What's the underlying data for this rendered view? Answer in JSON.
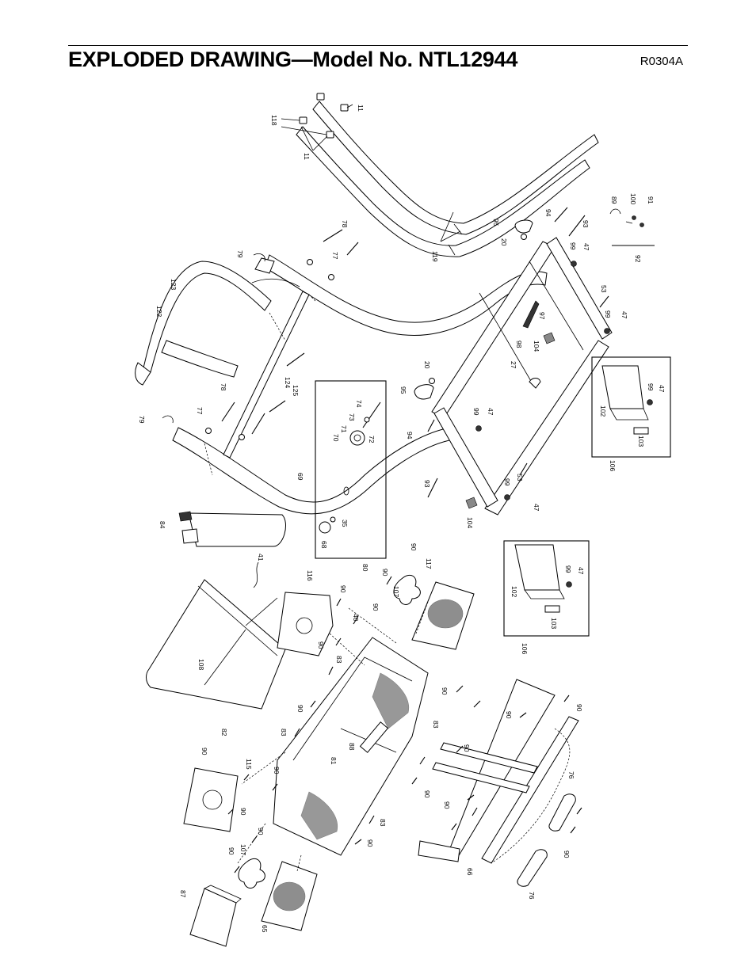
{
  "header": {
    "title": "EXPLODED DRAWING—Model No. NTL12944",
    "code": "R0304A"
  },
  "part_labels": [
    {
      "id": "p11a",
      "text": "11"
    },
    {
      "id": "p11b",
      "text": "11"
    },
    {
      "id": "p118",
      "text": "118"
    },
    {
      "id": "p119",
      "text": "119"
    },
    {
      "id": "p78a",
      "text": "78"
    },
    {
      "id": "p77a",
      "text": "77"
    },
    {
      "id": "p79a",
      "text": "79"
    },
    {
      "id": "p123",
      "text": "123"
    },
    {
      "id": "p122",
      "text": "122"
    },
    {
      "id": "p124",
      "text": "124"
    },
    {
      "id": "p125",
      "text": "125"
    },
    {
      "id": "p78b",
      "text": "78"
    },
    {
      "id": "p77b",
      "text": "77"
    },
    {
      "id": "p79b",
      "text": "79"
    },
    {
      "id": "p69",
      "text": "69"
    },
    {
      "id": "p84",
      "text": "84"
    },
    {
      "id": "p41",
      "text": "41"
    },
    {
      "id": "p74",
      "text": "74"
    },
    {
      "id": "p73",
      "text": "73"
    },
    {
      "id": "p71",
      "text": "71"
    },
    {
      "id": "p70",
      "text": "70"
    },
    {
      "id": "p72",
      "text": "72"
    },
    {
      "id": "p35",
      "text": "35"
    },
    {
      "id": "p68",
      "text": "68"
    },
    {
      "id": "p80",
      "text": "80"
    },
    {
      "id": "p95a",
      "text": "95"
    },
    {
      "id": "p20a",
      "text": "20"
    },
    {
      "id": "p94a",
      "text": "94"
    },
    {
      "id": "p93a",
      "text": "93"
    },
    {
      "id": "p99a",
      "text": "99"
    },
    {
      "id": "p47a",
      "text": "47"
    },
    {
      "id": "p89",
      "text": "89"
    },
    {
      "id": "p100",
      "text": "100"
    },
    {
      "id": "p91",
      "text": "91"
    },
    {
      "id": "p92",
      "text": "92"
    },
    {
      "id": "p53a",
      "text": "53"
    },
    {
      "id": "p97",
      "text": "97"
    },
    {
      "id": "p99b",
      "text": "99"
    },
    {
      "id": "p47b",
      "text": "47"
    },
    {
      "id": "p98",
      "text": "98"
    },
    {
      "id": "p104a",
      "text": "104"
    },
    {
      "id": "p27",
      "text": "27"
    },
    {
      "id": "p95b",
      "text": "95"
    },
    {
      "id": "p20b",
      "text": "20"
    },
    {
      "id": "p99c",
      "text": "99"
    },
    {
      "id": "p47c",
      "text": "47"
    },
    {
      "id": "p94b",
      "text": "94"
    },
    {
      "id": "p93b",
      "text": "93"
    },
    {
      "id": "p53b",
      "text": "53"
    },
    {
      "id": "p99d",
      "text": "99"
    },
    {
      "id": "p104b",
      "text": "104"
    },
    {
      "id": "p47d",
      "text": "47"
    },
    {
      "id": "p102a",
      "text": "102"
    },
    {
      "id": "p99e",
      "text": "99"
    },
    {
      "id": "p47e",
      "text": "47"
    },
    {
      "id": "p103a",
      "text": "103"
    },
    {
      "id": "p106a",
      "text": "106"
    },
    {
      "id": "p102b",
      "text": "102"
    },
    {
      "id": "p99f",
      "text": "99"
    },
    {
      "id": "p47f",
      "text": "47"
    },
    {
      "id": "p103b",
      "text": "103"
    },
    {
      "id": "p106b",
      "text": "106"
    },
    {
      "id": "p116",
      "text": "116"
    },
    {
      "id": "p90a",
      "text": "90"
    },
    {
      "id": "p90b",
      "text": "90"
    },
    {
      "id": "p107a",
      "text": "107"
    },
    {
      "id": "p90c",
      "text": "90"
    },
    {
      "id": "p117",
      "text": "117"
    },
    {
      "id": "p40",
      "text": "40"
    },
    {
      "id": "p90d",
      "text": "90"
    },
    {
      "id": "p90e",
      "text": "90"
    },
    {
      "id": "p108",
      "text": "108"
    },
    {
      "id": "p83a",
      "text": "83"
    },
    {
      "id": "p82",
      "text": "82"
    },
    {
      "id": "p90f",
      "text": "90"
    },
    {
      "id": "p83b",
      "text": "83"
    },
    {
      "id": "p88",
      "text": "88"
    },
    {
      "id": "p81",
      "text": "81"
    },
    {
      "id": "p83c",
      "text": "83"
    },
    {
      "id": "p90g",
      "text": "90"
    },
    {
      "id": "p90h",
      "text": "90"
    },
    {
      "id": "p90i",
      "text": "90"
    },
    {
      "id": "p90j",
      "text": "90"
    },
    {
      "id": "p90k",
      "text": "90"
    },
    {
      "id": "p90l",
      "text": "90"
    },
    {
      "id": "p115",
      "text": "115"
    },
    {
      "id": "p90m",
      "text": "90"
    },
    {
      "id": "p90n",
      "text": "90"
    },
    {
      "id": "p90o",
      "text": "90"
    },
    {
      "id": "p90p",
      "text": "90"
    },
    {
      "id": "p107b",
      "text": "107"
    },
    {
      "id": "p90q",
      "text": "90"
    },
    {
      "id": "p83d",
      "text": "83"
    },
    {
      "id": "p90r",
      "text": "90"
    },
    {
      "id": "p76a",
      "text": "76"
    },
    {
      "id": "p90s",
      "text": "90"
    },
    {
      "id": "p66",
      "text": "66"
    },
    {
      "id": "p76b",
      "text": "76"
    },
    {
      "id": "p87",
      "text": "87"
    },
    {
      "id": "p65",
      "text": "65"
    }
  ]
}
